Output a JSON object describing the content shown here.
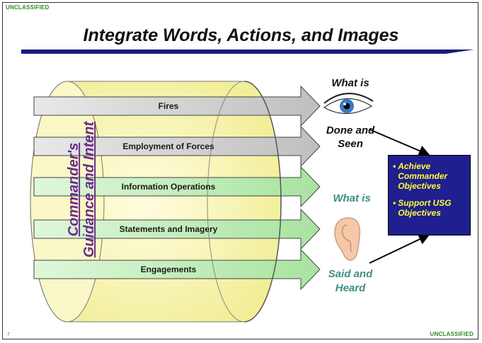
{
  "classification_top": "UNCLASSIFIED",
  "classification_bottom": "UNCLASSIFIED",
  "page_number": "7",
  "title": "Integrate Words, Actions, and Images",
  "vertical_label": [
    "Commander's",
    "Guidance and Intent"
  ],
  "arrows": [
    {
      "label": "Fires"
    },
    {
      "label": "Employment of Forces"
    },
    {
      "label": "Information Operations"
    },
    {
      "label": "Statements and Imagery"
    },
    {
      "label": "Engagements"
    }
  ],
  "right_top": {
    "line1": "What is",
    "line2": "Done and",
    "line3": "Seen"
  },
  "right_bottom": {
    "line1": "What is",
    "line2": "Said and",
    "line3": "Heard"
  },
  "objectives": {
    "bullet": "•",
    "items": [
      "Achieve Commander Objectives",
      "Support USG Objectives"
    ]
  },
  "colors": {
    "cylinder": "#f9f7b4",
    "arrow_gray": "#d8d8d8",
    "arrow_green": "#c6f0c0",
    "purple_text": "#6a2c8a",
    "teal_text": "#3d8f84",
    "box_fill": "#1f1f8f",
    "box_text": "#ffff33",
    "rule": "#1a1a7a"
  },
  "icons": [
    "eye-icon",
    "ear-icon"
  ]
}
